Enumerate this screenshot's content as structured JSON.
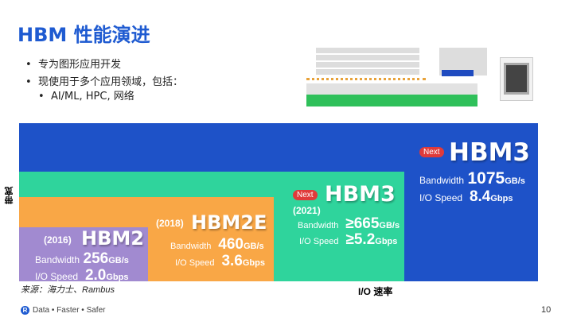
{
  "title": "HBM 性能演进",
  "bullets": [
    "专为图形应用开发",
    "现使用于多个应用领域，包括："
  ],
  "sub_bullets": [
    "AI/ML, HPC, 网络"
  ],
  "axis": {
    "y": "带宽",
    "x": "I/O 速率"
  },
  "source": "来源：海力士、Rambus",
  "colors": {
    "title": "#1f5bd1",
    "hbm3_next": "#1e52c8",
    "hbm3": "#2fd49c",
    "hbm2e": "#f9a746",
    "hbm2": "#a18ad0",
    "badge": "#e03a3a"
  },
  "generations": [
    {
      "name": "HBM2",
      "year": "(2016)",
      "bw_label": "Bandwidth",
      "bw": "256",
      "bw_unit": "GB/s",
      "io_label": "I/O Speed",
      "io": "2.0",
      "io_unit": "Gbps"
    },
    {
      "name": "HBM2E",
      "year": "(2018)",
      "bw_label": "Bandwidth",
      "bw": "460",
      "bw_unit": "GB/s",
      "io_label": "I/O Speed",
      "io": "3.6",
      "io_unit": "Gbps"
    },
    {
      "name": "HBM3",
      "badge": "Next",
      "year": "(2021)",
      "bw_label": "Bandwidth",
      "bw": "≥665",
      "bw_unit": "GB/s",
      "io_label": "I/O Speed",
      "io": "≥5.2",
      "io_unit": "Gbps"
    },
    {
      "name": "HBM3",
      "badge": "Next",
      "bw_label": "Bandwidth",
      "bw": "1075",
      "bw_unit": "GB/s",
      "io_label": "I/O Speed",
      "io": "8.4",
      "io_unit": "Gbps"
    }
  ],
  "footer": {
    "logo_text": "Data • Faster • Safer",
    "page": "10"
  }
}
